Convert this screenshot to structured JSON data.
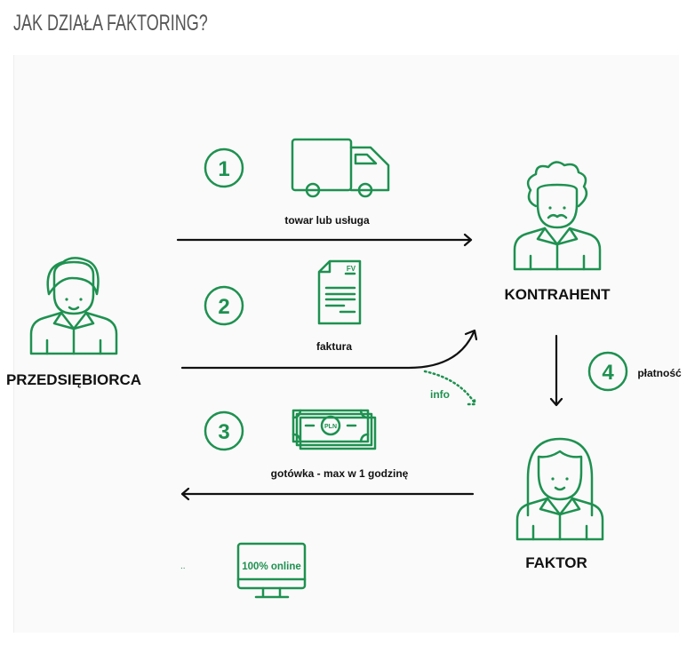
{
  "title": "JAK DZIAŁA FAKTORING?",
  "colors": {
    "accent": "#1e9150",
    "text": "#111111",
    "title": "#555555",
    "panel": "#fafafa"
  },
  "actors": {
    "entrepreneur": "PRZEDSIĘBIORCA",
    "counterparty": "KONTRAHENT",
    "factor": "FAKTOR"
  },
  "steps": [
    {
      "number": "1",
      "label": "towar lub usługa",
      "icon": "truck-icon"
    },
    {
      "number": "2",
      "label": "faktura",
      "icon": "invoice-icon",
      "icon_text": "FV"
    },
    {
      "number": "3",
      "label": "gotówka - max w 1 godzinę",
      "icon": "banknotes-icon",
      "icon_text": "PLN"
    },
    {
      "number": "4",
      "label": "płatność"
    }
  ],
  "info_label": "info",
  "online": {
    "label": "100% online",
    "icon": "monitor-icon",
    "dots": ".."
  }
}
